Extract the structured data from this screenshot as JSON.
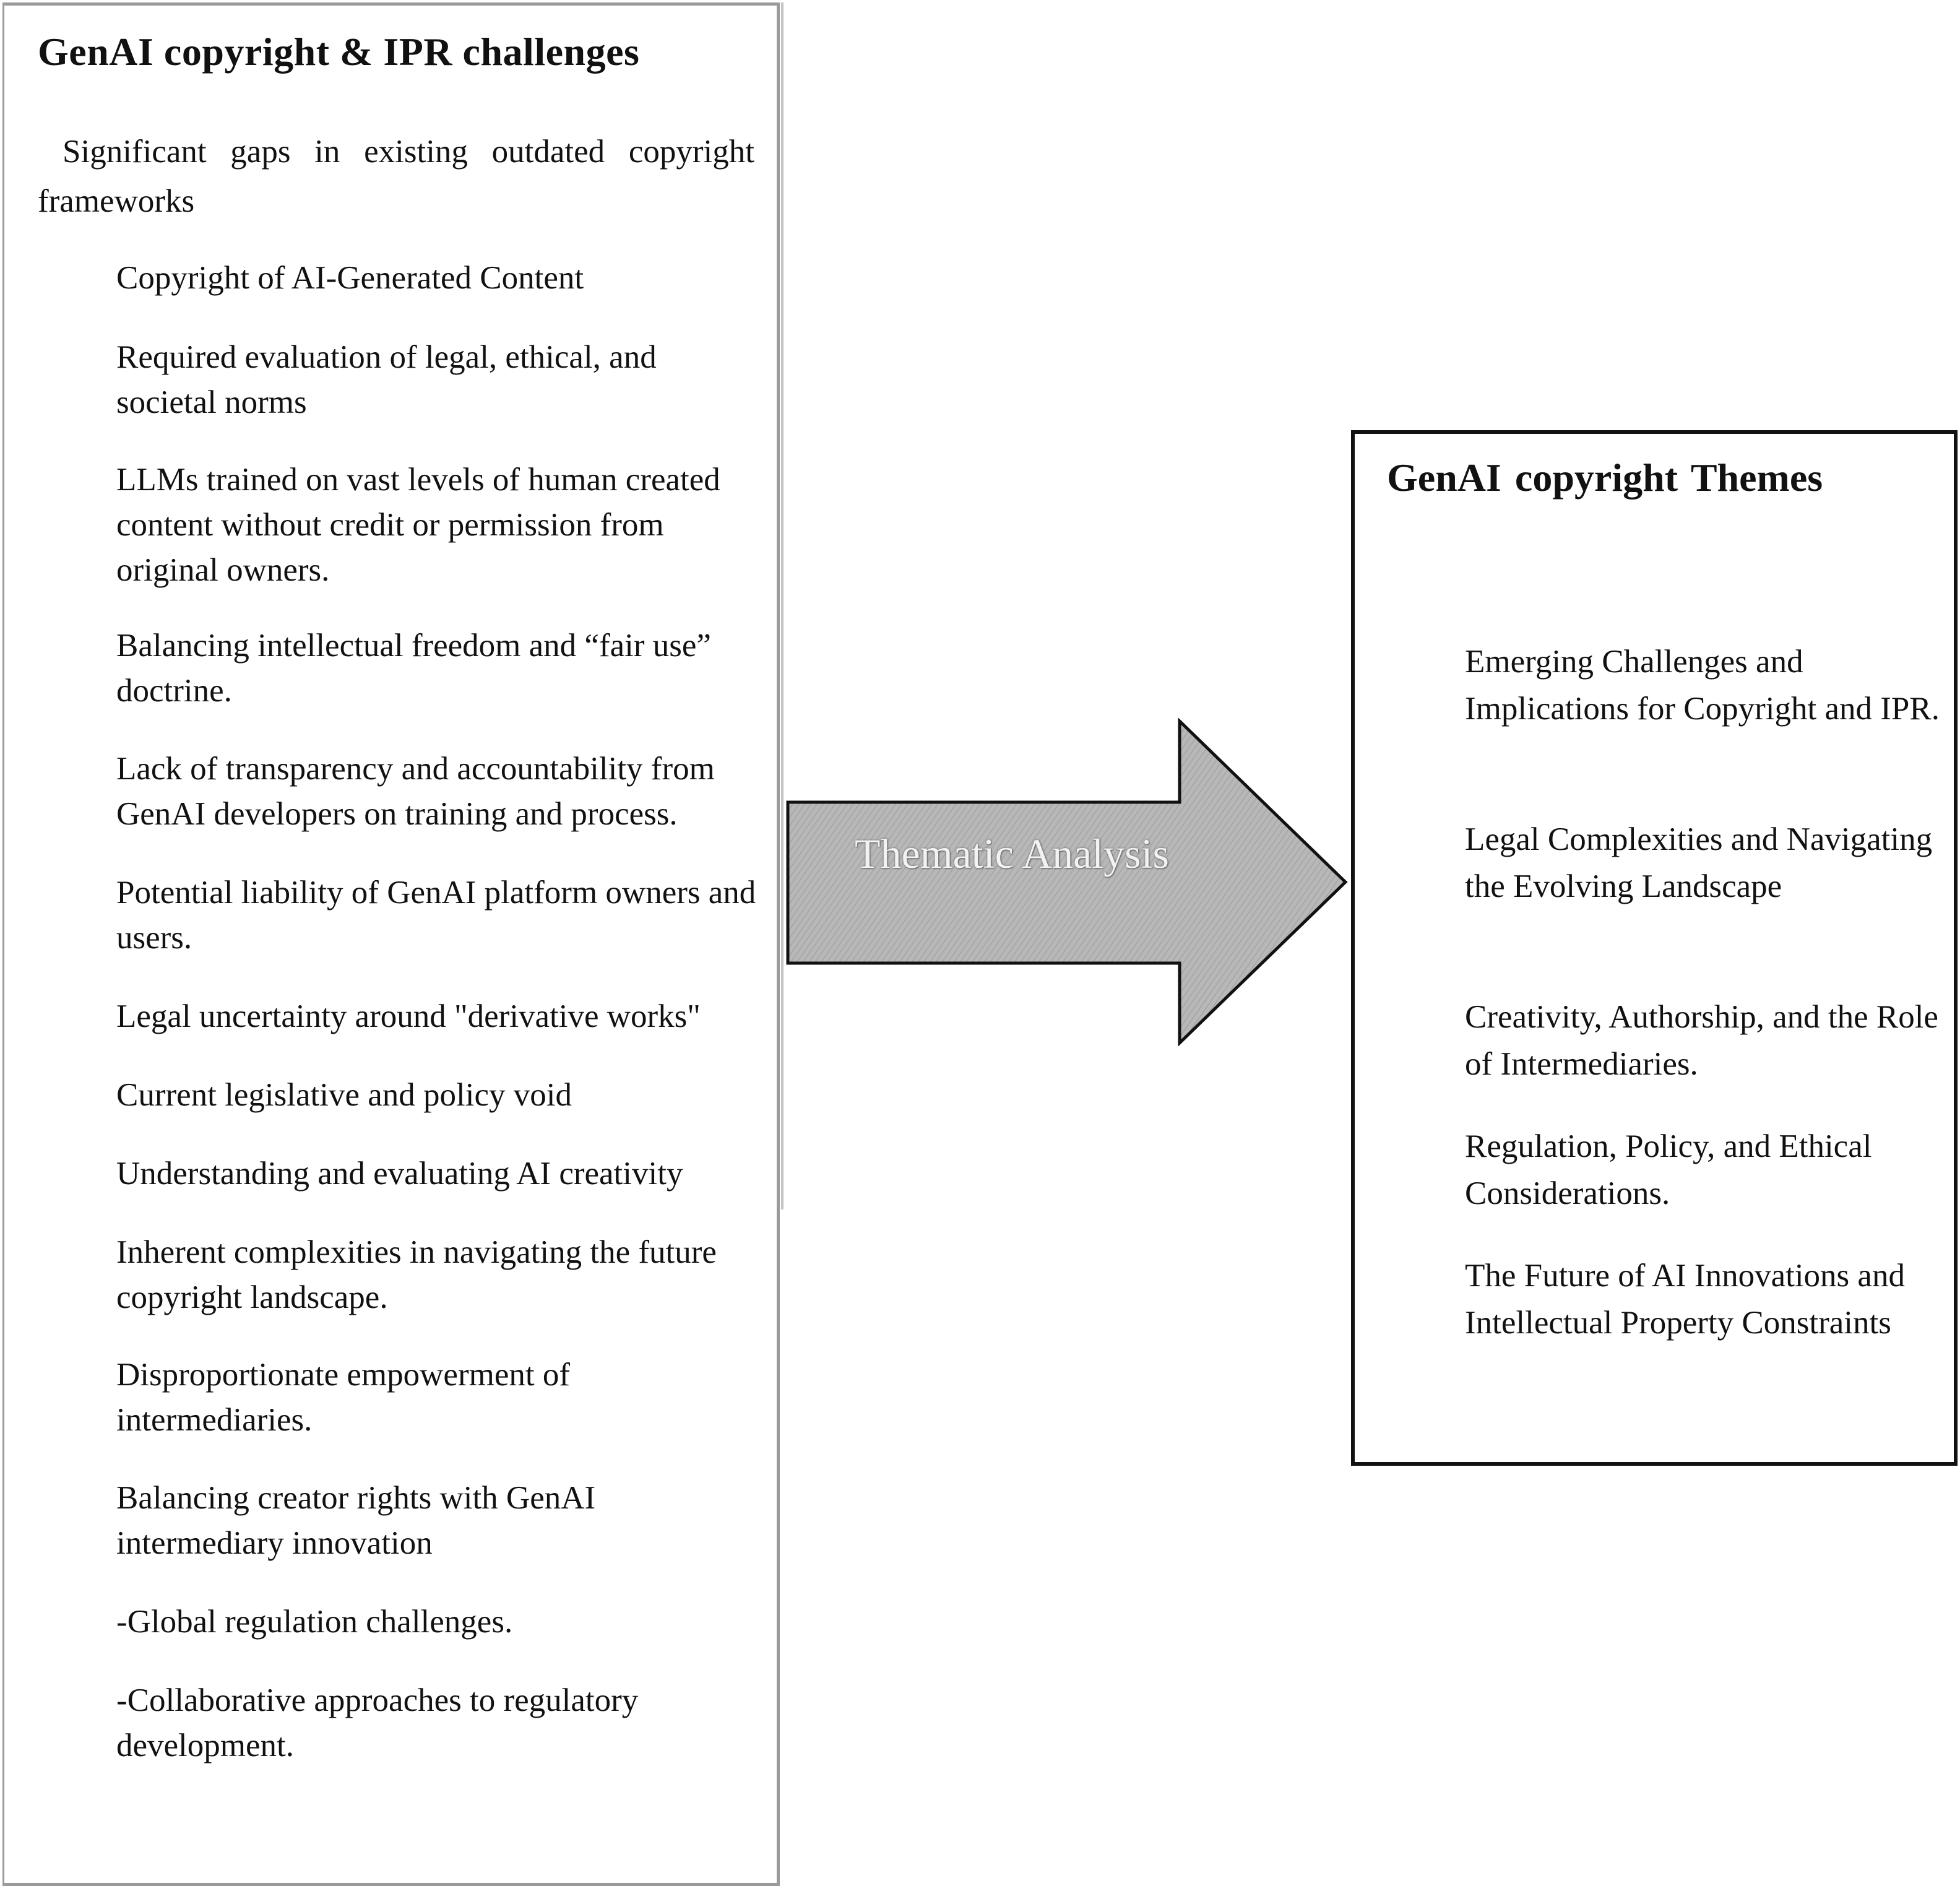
{
  "left_panel": {
    "title": "GenAI copyright & IPR challenges",
    "intro": "Significant gaps in existing outdated copyright frameworks",
    "items": [
      "Copyright of AI-Generated Content",
      "Required evaluation of legal, ethical, and societal norms",
      "LLMs trained on vast levels of human created content without credit or permission from original owners.",
      "Balancing intellectual freedom and “fair use” doctrine.",
      "Lack of transparency and accountability from GenAI developers on training and process.",
      "Potential liability of GenAI platform owners and users.",
      "Legal uncertainty around \"derivative works\"",
      "Current legislative and policy void",
      "Understanding and evaluating AI creativity",
      "Inherent complexities in navigating the future copyright landscape.",
      "Disproportionate empowerment of intermediaries.",
      "Balancing creator rights with GenAI intermediary innovation",
      "-Global regulation challenges.",
      "-Collaborative approaches to regulatory development."
    ]
  },
  "arrow": {
    "label": "Thematic Analysis",
    "fill_color": "#b8b8b8",
    "stroke_color": "#111111"
  },
  "right_panel": {
    "title": "GenAI copyright Themes",
    "items": [
      "Emerging Challenges and Implications for Copyright and IPR.",
      "Legal Complexities and Navigating the Evolving Landscape",
      "Creativity, Authorship, and the Role of Intermediaries.",
      "Regulation, Policy, and Ethical Considerations.",
      "The Future of AI Innovations and Intellectual Property Constraints"
    ]
  }
}
